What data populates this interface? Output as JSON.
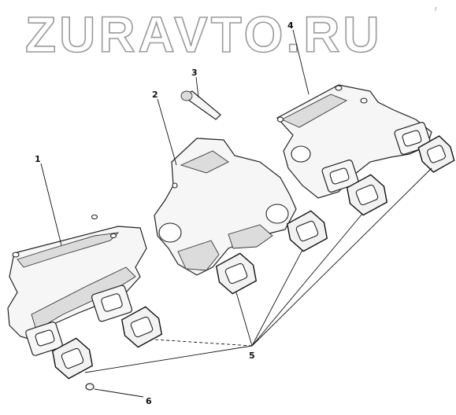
{
  "watermark": "ZURAVTO.RU",
  "corner_mark": "F",
  "callouts": {
    "c1": "1",
    "c2": "2",
    "c3": "3",
    "c4": "4",
    "c5": "5",
    "c6": "6"
  }
}
